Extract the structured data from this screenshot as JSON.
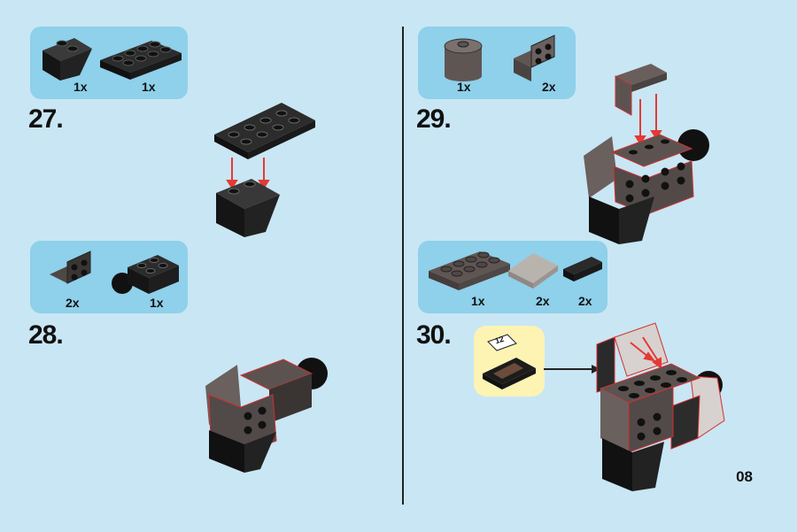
{
  "page": {
    "number": "08"
  },
  "steps": [
    {
      "number": "27.",
      "parts": [
        {
          "qty": "1x"
        },
        {
          "qty": "1x"
        }
      ]
    },
    {
      "number": "28.",
      "parts": [
        {
          "qty": "2x"
        },
        {
          "qty": "1x"
        }
      ]
    },
    {
      "number": "29.",
      "parts": [
        {
          "qty": "1x"
        },
        {
          "qty": "2x"
        }
      ]
    },
    {
      "number": "30.",
      "parts": [
        {
          "qty": "1x"
        },
        {
          "qty": "2x"
        },
        {
          "qty": "2x"
        }
      ]
    }
  ],
  "callout": {
    "label": "12"
  },
  "colors": {
    "background": "#c9e6f4",
    "parts_panel": "#8fd0ea",
    "callout": "#fdf3b3",
    "arrow": "#e53935",
    "brick_black": "#1c1c1c",
    "brick_dark_gray": "#5f5654"
  }
}
